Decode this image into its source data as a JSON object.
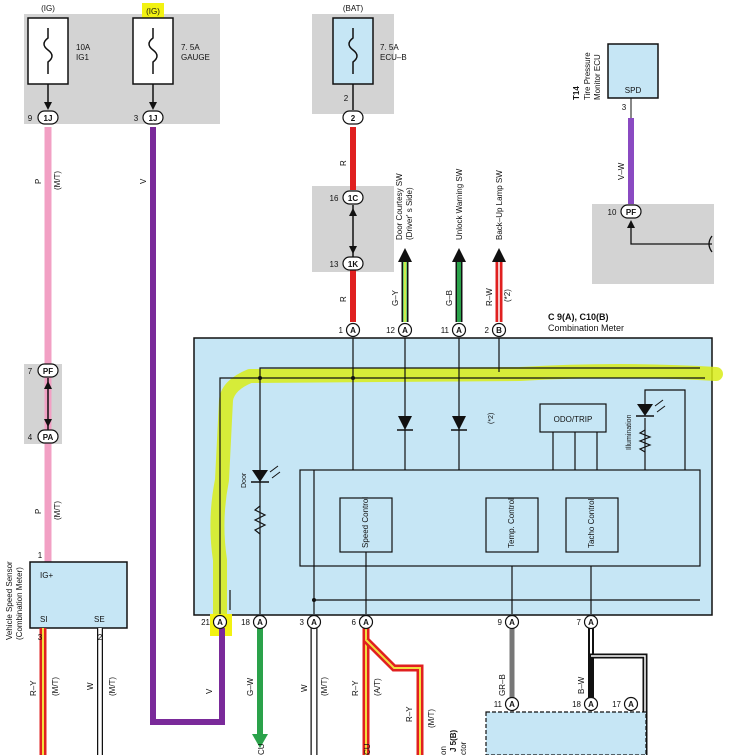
{
  "fuses": {
    "ig1": {
      "supply": "(IG)",
      "rating": "10A",
      "name": "IG1",
      "pin": "9",
      "connector": "1J"
    },
    "gauge": {
      "supply": "(IG)",
      "rating": "7. 5A",
      "name": "GAUGE",
      "pin": "3",
      "connector": "1J"
    },
    "ecub": {
      "supply": "(BAT)",
      "rating": "7. 5A",
      "name": "ECU–B",
      "pin": "2",
      "connector": "2"
    }
  },
  "tpms_ecu": {
    "code": "T14",
    "name_line1": "Tire Pressure",
    "name_line2": "Monitor ECU",
    "terminal": "SPD",
    "pin": "3",
    "wire": "V–W",
    "j_pin": "10",
    "j_connector": "PF"
  },
  "junctions": {
    "c1": {
      "pin": "16",
      "label": "1C"
    },
    "k1": {
      "pin": "13",
      "label": "1K"
    },
    "pf_left": {
      "pin": "7",
      "label": "PF"
    },
    "pa_left": {
      "pin": "4",
      "label": "PA"
    }
  },
  "wires": {
    "pink": "P",
    "pink_note": "(M/T)",
    "pink_lower": "P",
    "pink_lower_note": "(M/T)",
    "violet": "V",
    "violet_bottom": "V",
    "red_upper": "R",
    "red_lower": "R",
    "gy": "G–Y",
    "gb": "G–B",
    "rw": "R–W",
    "rw_note": "(*2)"
  },
  "outputs": {
    "door": "Door Courtesy SW",
    "door_sub": "(Driver' s Side)",
    "unlock": "Unlock Warning SW",
    "backup": "Back–Up Lamp SW"
  },
  "meter": {
    "title": "C 9(A), C10(B)",
    "subtitle": "Combination Meter",
    "odo": "ODO/TRIP",
    "illumination": "Illumination",
    "door_led": "Door",
    "note2": "(*2)",
    "speed_control": "Speed Control",
    "temp_control": "Temp. Control",
    "tacho_control": "Tacho Control",
    "top_pins": [
      {
        "num": "1",
        "letter": "A"
      },
      {
        "num": "12",
        "letter": "A"
      },
      {
        "num": "11",
        "letter": "A"
      },
      {
        "num": "2",
        "letter": "B"
      }
    ],
    "bottom_pins": [
      {
        "num": "21",
        "letter": "A"
      },
      {
        "num": "18",
        "letter": "A"
      },
      {
        "num": "3",
        "letter": "A"
      },
      {
        "num": "6",
        "letter": "A"
      },
      {
        "num": "9",
        "letter": "A"
      },
      {
        "num": "7",
        "letter": "A"
      }
    ]
  },
  "vss": {
    "pin": "1",
    "title_line1": "Vehicle Speed Sensor",
    "title_line2": "(Combination Meter)",
    "ig": "IG+",
    "si": "SI",
    "se": "SE",
    "pin_si": "3",
    "pin_se": "2"
  },
  "bottom_wires": {
    "ry_left": "R–Y",
    "ry_left_note": "(M/T)",
    "w_left": "W",
    "w_left_note": "(M/T)",
    "gw": "G–W",
    "w_mid": "W",
    "w_mid_note": "(M/T)",
    "ry_mid": "R–Y",
    "ry_mid_note": "(A/T)",
    "ry_branch": "R–Y",
    "ry_branch_note": "(M/T)",
    "grb": "GR–B",
    "bw": "B–W"
  },
  "bottom_right": {
    "pins": [
      {
        "num": "11",
        "letter": "A"
      },
      {
        "num": "18",
        "letter": "A"
      },
      {
        "num": "17",
        "letter": "A"
      }
    ],
    "label": "J 5(B)"
  },
  "cut_text": {
    "cu1": "CU",
    "cu2": "CU",
    "on": "on",
    "ctor": "ctor"
  }
}
